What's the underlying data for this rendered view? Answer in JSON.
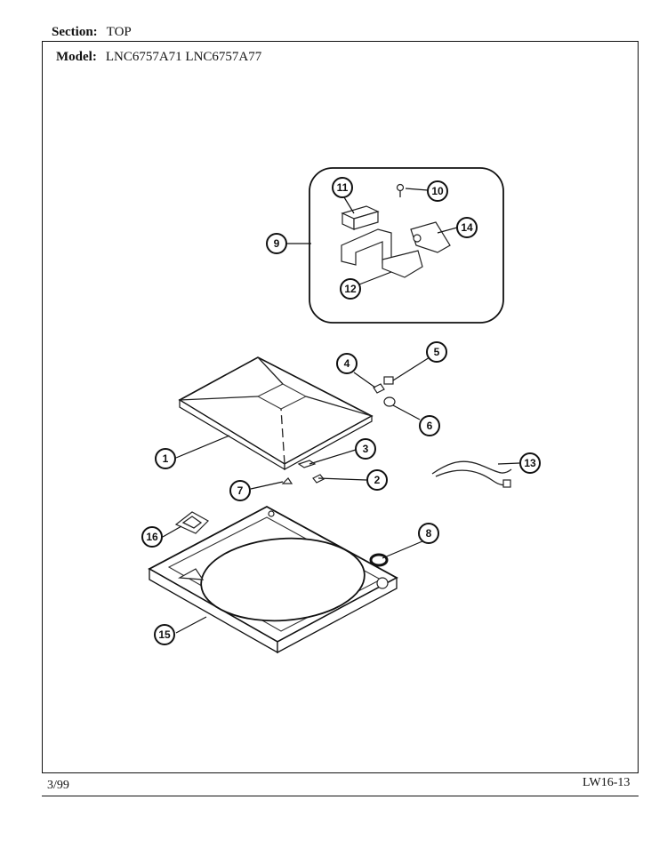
{
  "header": {
    "section_label": "Section:",
    "section_value": "TOP",
    "model_label": "Model:",
    "model_value": "LNC6757A71 LNC6757A77"
  },
  "footer": {
    "date_code": "3/99",
    "page_code": "LW16-13"
  },
  "callouts": [
    "1",
    "2",
    "3",
    "4",
    "5",
    "6",
    "7",
    "8",
    "9",
    "10",
    "11",
    "12",
    "13",
    "14",
    "15",
    "16"
  ]
}
